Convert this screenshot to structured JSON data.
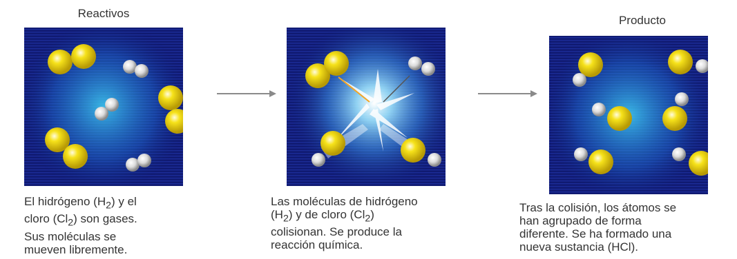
{
  "panels": [
    {
      "heading": "Reactivos",
      "caption_lines": [
        {
          "pre": "El hidrógeno (H",
          "sub": "2",
          "post": ") y el"
        },
        {
          "pre": "cloro (Cl",
          "sub": "2",
          "post": ") son gases."
        },
        {
          "pre": "Sus moléculas se",
          "sub": "",
          "post": ""
        },
        {
          "pre": "mueven libremente.",
          "sub": "",
          "post": ""
        }
      ]
    },
    {
      "heading": "",
      "caption_lines": [
        {
          "pre": "Las moléculas de hidrógeno",
          "sub": "",
          "post": ""
        },
        {
          "pre": "(H",
          "sub": "2",
          "post": ") y de cloro (Cl"
        },
        {
          "pre": "colisionan. Se produce la",
          "sub": "",
          "post": ""
        },
        {
          "pre": "reacción química.",
          "sub": "",
          "post": ""
        }
      ],
      "line2_tail": {
        "sub": "2",
        "post": ")"
      }
    },
    {
      "heading": "Producto",
      "caption_lines": [
        {
          "pre": "Tras la colisión, los átomos se",
          "sub": "",
          "post": ""
        },
        {
          "pre": "han agrupado de forma",
          "sub": "",
          "post": ""
        },
        {
          "pre": "diferente. Se ha formado una",
          "sub": "",
          "post": ""
        },
        {
          "pre": "nueva sustancia (HCl).",
          "sub": "",
          "post": ""
        }
      ]
    }
  ],
  "colors": {
    "background": "#0b1a6e",
    "glow": "#3ec8f0",
    "chlorine": "#f6e21a",
    "hydrogen": "#e8e8e8",
    "arrow": "#8a8a8a"
  }
}
